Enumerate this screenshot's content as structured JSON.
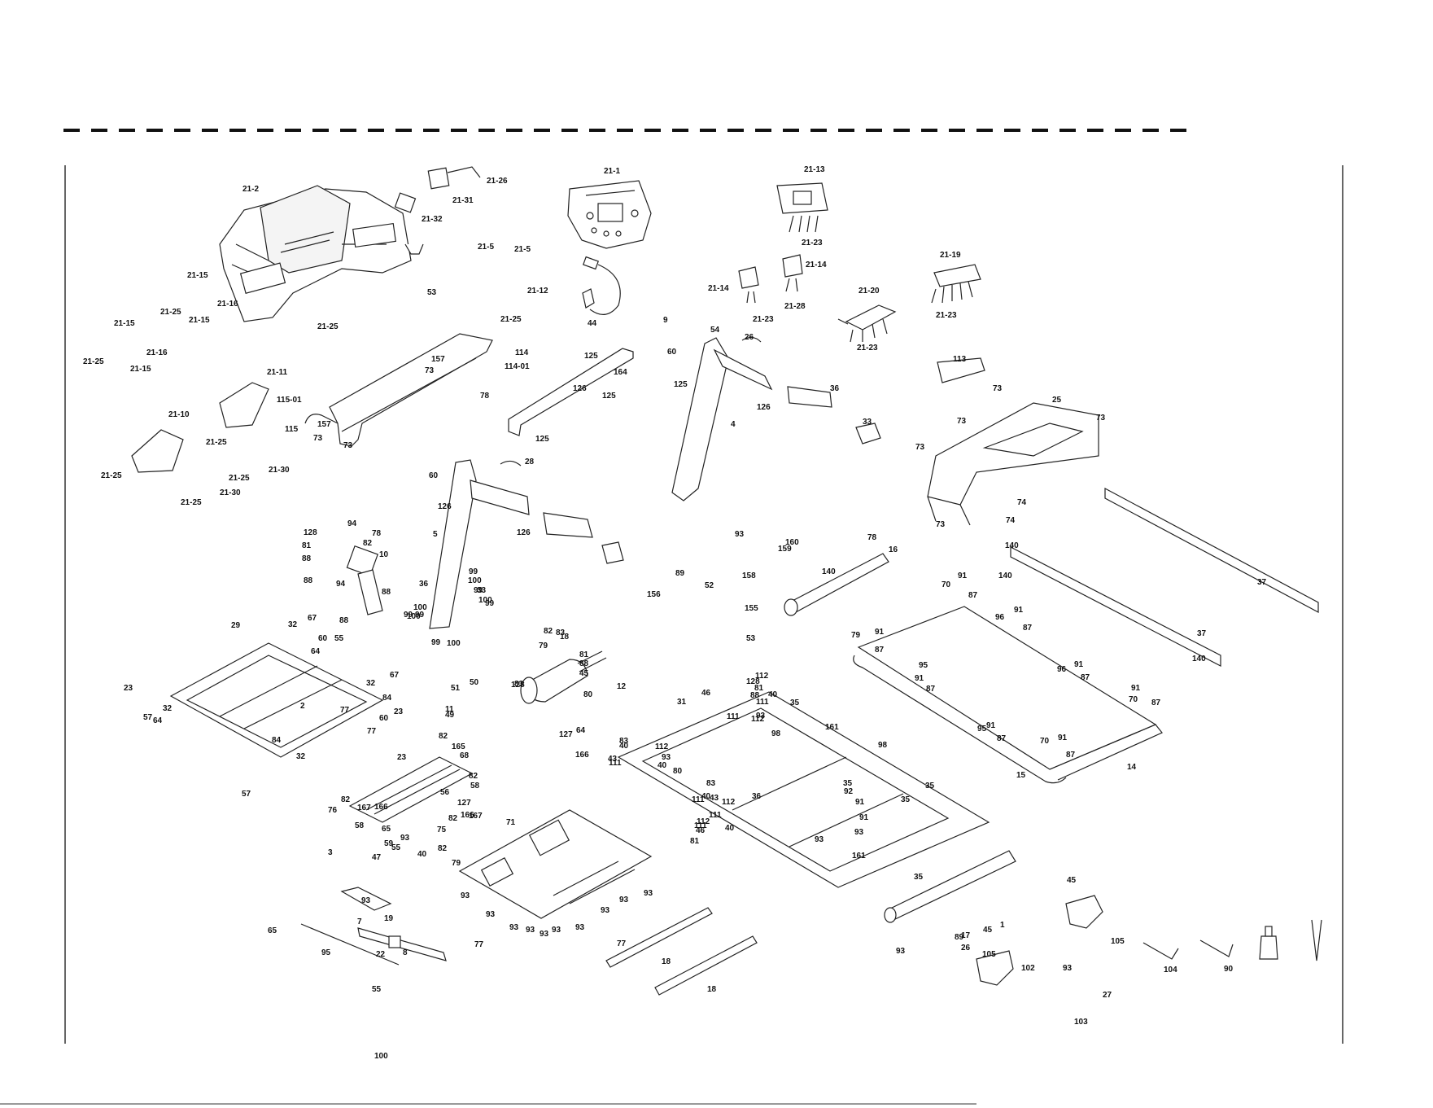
{
  "diagram": {
    "labels": {
      "console_top": [
        "21-2",
        "21-26",
        "21-31",
        "21-32",
        "21-1",
        "21-13",
        "21-23a",
        "21-5a",
        "21-5b",
        "53a",
        "21-25a"
      ],
      "console_left": [
        "21-15a",
        "21-16a",
        "21-25b",
        "21-15b",
        "21-15c",
        "21-16b",
        "21-25c",
        "21-15d"
      ],
      "handrail": [
        "114",
        "114-01",
        "157a",
        "73a",
        "78a",
        "115-01",
        "115",
        "157b",
        "73b",
        "73c",
        "21-11",
        "21-10",
        "21-25d",
        "21-25e",
        "21-25f",
        "21-30a",
        "21-25g",
        "21-30b"
      ],
      "upper_mid": [
        "21-12",
        "21-25h",
        "44",
        "125a",
        "125b",
        "125c",
        "126a",
        "9",
        "164",
        "21-14a",
        "21-23b",
        "21-14b",
        "21-28",
        "21-20",
        "21-23c",
        "21-19",
        "21-23d",
        "54",
        "26a",
        "60a",
        "125d",
        "4",
        "126b",
        "36a",
        "33a",
        "113",
        "25",
        "73d",
        "73e",
        "73f",
        "73g",
        "74a",
        "74b",
        "73h"
      ],
      "uprights": [
        "28",
        "60b",
        "126c",
        "126d",
        "5",
        "99a",
        "100a",
        "99b",
        "100b",
        "99c",
        "100c",
        "36b",
        "33b",
        "99d",
        "100d",
        "99e",
        "100e",
        "99f",
        "100f"
      ],
      "motor_area": [
        "128a",
        "81a",
        "88a",
        "94a",
        "82a",
        "78b",
        "10",
        "88b",
        "94b",
        "88c",
        "88d",
        "93a",
        "158",
        "160",
        "159",
        "89",
        "52",
        "156",
        "155",
        "53b",
        "78c",
        "16",
        "140a",
        "140b",
        "140c",
        "37a",
        "37b",
        "140d"
      ],
      "deck": [
        "70a",
        "91a",
        "87a",
        "96a",
        "91b",
        "87b",
        "79",
        "91c",
        "87c",
        "95a",
        "91d",
        "87d",
        "96b",
        "91e",
        "87e",
        "91f",
        "70b",
        "87f",
        "95b",
        "91g",
        "87g",
        "70c",
        "91h",
        "87h",
        "15",
        "14"
      ],
      "base_frame": [
        "29a",
        "32a",
        "67a",
        "60c",
        "64a",
        "55a",
        "23a",
        "2",
        "32b",
        "67b",
        "84a",
        "60d",
        "57a",
        "32c",
        "77a",
        "23b",
        "64b",
        "77b",
        "84b",
        "23c",
        "32d",
        "57b",
        "51",
        "49",
        "50",
        "11",
        "82b",
        "79b",
        "83a",
        "82c",
        "79c",
        "83b",
        "18",
        "128b",
        "81b",
        "88e",
        "45a",
        "12",
        "80a",
        "64c",
        "127a",
        "166a",
        "82d",
        "165",
        "68",
        "82e",
        "58a",
        "56a",
        "166b",
        "82f",
        "76a",
        "167a",
        "127b",
        "166c",
        "82g",
        "3",
        "75",
        "167b",
        "58b",
        "65",
        "59",
        "55b",
        "47",
        "93b",
        "40a"
      ],
      "frame_hardware": [
        "83c",
        "40b",
        "111a",
        "43a",
        "31",
        "112a",
        "93c",
        "40c",
        "80b",
        "46a",
        "111b",
        "112b",
        "128c",
        "81c",
        "88f",
        "93d",
        "40d",
        "35a",
        "111c",
        "112c",
        "98a",
        "161a",
        "98b",
        "35b",
        "92",
        "91i",
        "91j",
        "83d",
        "40e",
        "43b",
        "111d",
        "112d",
        "111e",
        "112e",
        "111f",
        "46b",
        "81d",
        "40f",
        "36c",
        "35c",
        "93e",
        "161b",
        "93f",
        "35d",
        "35e",
        "1",
        "17",
        "45b",
        "105a",
        "93g",
        "27",
        "45c",
        "105b",
        "89b",
        "26b",
        "93h",
        "102",
        "103",
        "104",
        "90"
      ],
      "pan_and_base": [
        "71",
        "93i",
        "93j",
        "93k",
        "93l",
        "93m",
        "93n",
        "93o",
        "93p",
        "93q",
        "93r",
        "77c",
        "93s",
        "19",
        "7",
        "65b",
        "22",
        "8",
        "77d",
        "95c",
        "55c",
        "18b",
        "18c"
      ]
    }
  }
}
